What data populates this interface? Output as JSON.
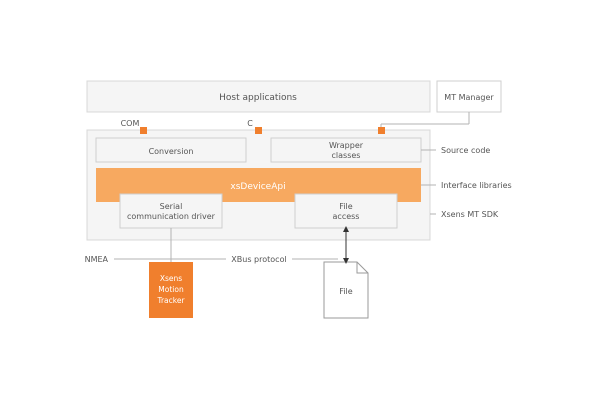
{
  "host_applications": {
    "label": "Host applications",
    "ports": [
      "COM",
      "C"
    ]
  },
  "mt_manager": {
    "label": "MT Manager"
  },
  "sdk": {
    "conversion": "Conversion",
    "wrapper_line1": "Wrapper",
    "wrapper_line2": "classes",
    "device_api": "xsDeviceApi",
    "serial_line1": "Serial",
    "serial_line2": "communication driver",
    "file_access_line1": "File",
    "file_access_line2": "access"
  },
  "side_labels": {
    "source_code": "Source code",
    "interface_libraries": "Interface libraries",
    "sdk_name": "Xsens MT SDK"
  },
  "protocols": {
    "nmea": "NMEA",
    "xbus": "XBus protocol"
  },
  "tracker": {
    "line1": "Xsens",
    "line2": "Motion",
    "line3": "Tracker"
  },
  "file": {
    "label": "File"
  },
  "colors": {
    "accent": "#f07f2d",
    "light_accent": "#f7a960",
    "box_fill": "#f5f5f5",
    "box_stroke": "#d8d8d8",
    "line": "#b3b3b3",
    "text": "#555555"
  }
}
